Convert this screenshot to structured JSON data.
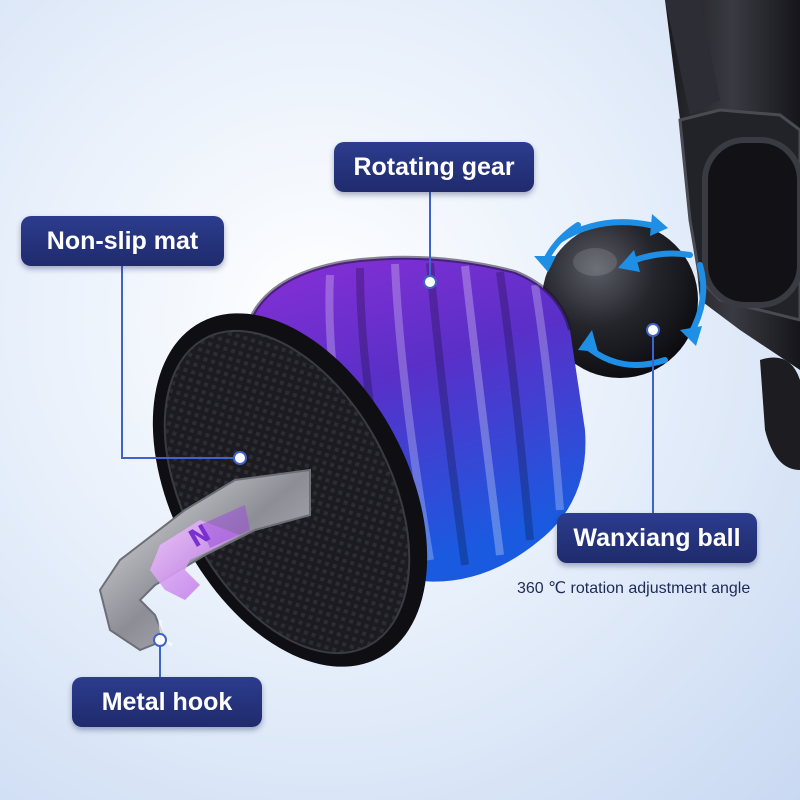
{
  "labels": {
    "rotating_gear": "Rotating gear",
    "non_slip_mat": "Non-slip mat",
    "wanxiang_ball": "Wanxiang ball",
    "metal_hook": "Metal hook"
  },
  "caption": "360 ℃ rotation adjustment angle",
  "colors": {
    "callout_bg": "#25347a",
    "leader_line": "#3f63c8",
    "arrow_accent": "#1f8fe6",
    "gear_purple": "#7a2fd0",
    "gear_blue": "#1a56d8",
    "hook_highlight": "#c98be8"
  },
  "icons": [
    "rotation-arrows-icon",
    "leader-dot-icon"
  ]
}
